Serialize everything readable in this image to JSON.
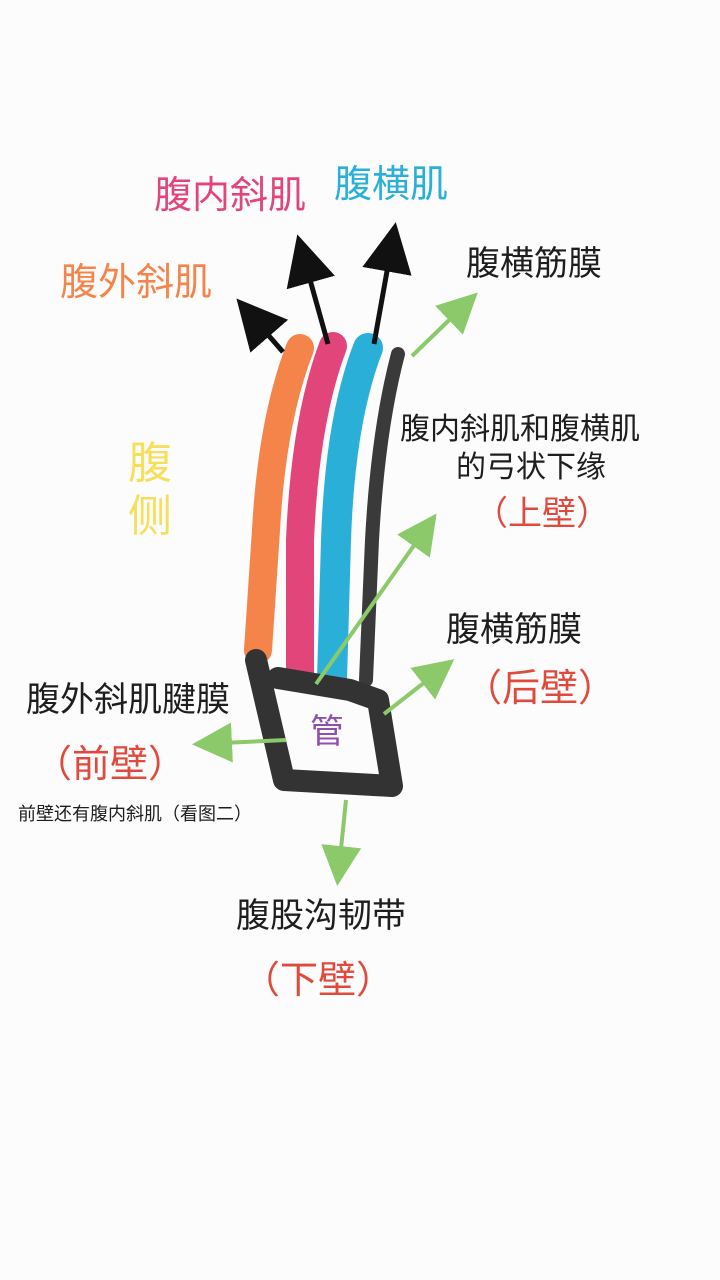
{
  "labels": {
    "external_oblique": "腹外斜肌",
    "internal_oblique": "腹内斜肌",
    "transversus": "腹横肌",
    "transversalis_fascia_top": "腹横筋膜",
    "arch_line1": "腹内斜肌和腹横肌",
    "arch_line2": "的弓状下缘",
    "upper_wall": "（上壁）",
    "transversalis_fascia_back": "腹横筋膜",
    "back_wall": "（后壁）",
    "aponeurosis": "腹外斜肌腱膜",
    "front_wall": "（前壁）",
    "front_note": "前壁还有腹内斜肌（看图二）",
    "canal": "管",
    "side_char1": "腹",
    "side_char2": "侧",
    "ligament": "腹股沟韧带",
    "lower_wall": "（下壁）"
  },
  "colors": {
    "external_oblique": "#f4844a",
    "internal_oblique": "#e2457a",
    "transversus": "#2ab0d8",
    "fascia": "#3a3a3a",
    "arrow_green": "#8cc96a",
    "wall_red": "#e04a3c",
    "side_yellow": "#f6e05a",
    "canal_purple": "#8e4fb0"
  }
}
